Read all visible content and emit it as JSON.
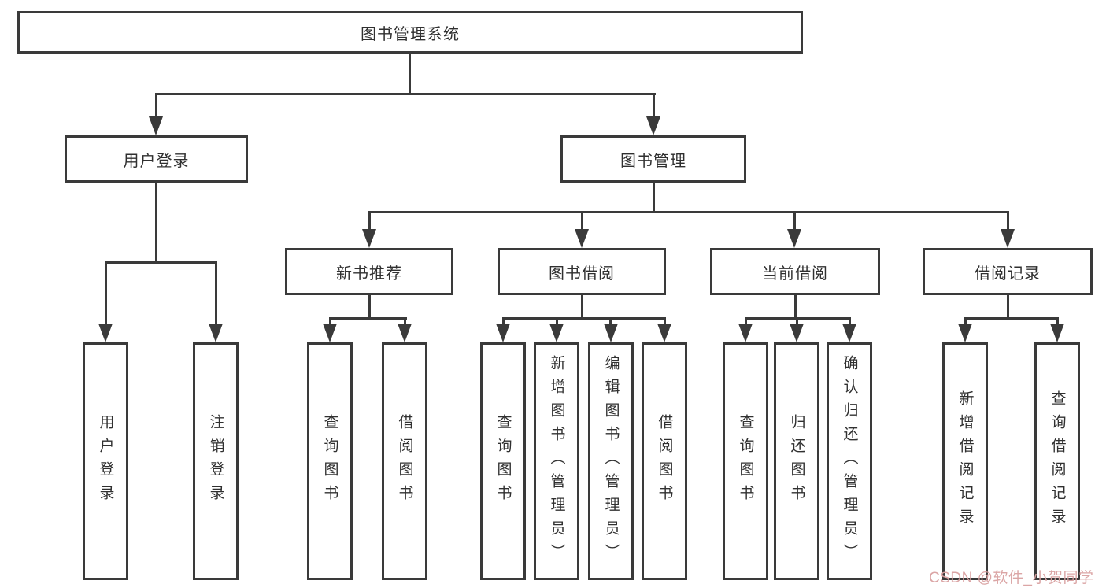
{
  "diagram_type": "hierarchy-tree",
  "colors": {
    "background": "#ffffff",
    "box_border": "#3a3a3a",
    "connector_line": "#3a3a3a",
    "text": "#303030",
    "watermark": "#d9a0a0"
  },
  "tree": {
    "label": "图书管理系统",
    "children": [
      {
        "label": "用户登录",
        "children": [
          {
            "label": "用户登录"
          },
          {
            "label": "注销登录"
          }
        ]
      },
      {
        "label": "图书管理",
        "children": [
          {
            "label": "新书推荐",
            "children": [
              {
                "label": "查询图书"
              },
              {
                "label": "借阅图书"
              }
            ]
          },
          {
            "label": "图书借阅",
            "children": [
              {
                "label": "查询图书"
              },
              {
                "label": "新增图书（管理员）"
              },
              {
                "label": "编辑图书（管理员）"
              },
              {
                "label": "借阅图书"
              }
            ]
          },
          {
            "label": "当前借阅",
            "children": [
              {
                "label": "查询图书"
              },
              {
                "label": "归还图书"
              },
              {
                "label": "确认归还（管理员）"
              }
            ]
          },
          {
            "label": "借阅记录",
            "children": [
              {
                "label": "新增借阅记录"
              },
              {
                "label": "查询借阅记录"
              }
            ]
          }
        ]
      }
    ]
  },
  "watermark": {
    "text": "CSDN @软件_小贺同学"
  }
}
